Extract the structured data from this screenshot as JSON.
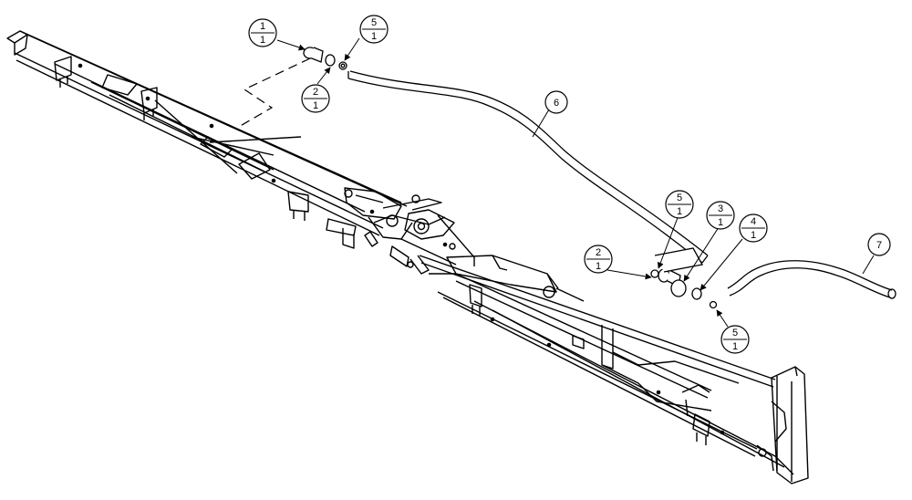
{
  "diagram": {
    "background": "#ffffff",
    "line_color": "#000000",
    "callouts": [
      {
        "id": "c1a",
        "item": "1",
        "qty": "1"
      },
      {
        "id": "c5a",
        "item": "5",
        "qty": "1"
      },
      {
        "id": "c2a",
        "item": "2",
        "qty": "1"
      },
      {
        "id": "c6",
        "item": "6"
      },
      {
        "id": "c5b",
        "item": "5",
        "qty": "1"
      },
      {
        "id": "c3",
        "item": "3",
        "qty": "1"
      },
      {
        "id": "c4",
        "item": "4",
        "qty": "1"
      },
      {
        "id": "c2b",
        "item": "2",
        "qty": "1"
      },
      {
        "id": "c7",
        "item": "7"
      },
      {
        "id": "c5c",
        "item": "5",
        "qty": "1"
      }
    ]
  }
}
